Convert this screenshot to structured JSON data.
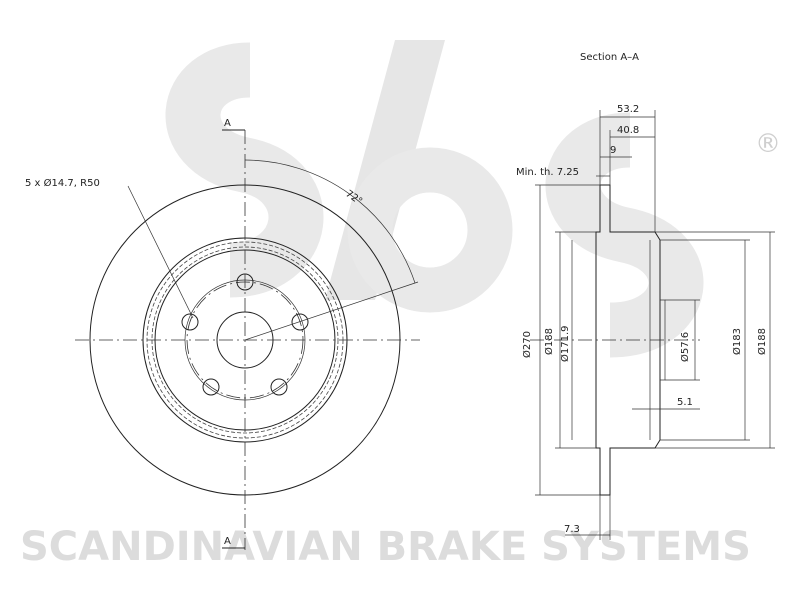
{
  "watermark": {
    "logo_text": "sbs",
    "registered_mark": "®",
    "company": "SCANDINAVIAN BRAKE SYSTEMS"
  },
  "section": {
    "title": "Section A–A",
    "label_top": "A",
    "label_bottom": "A"
  },
  "front_view": {
    "hole_note": "5 x Ø14.7, R50",
    "angle": "72°"
  },
  "dimensions": {
    "overall_height": "53.2",
    "hub_height": "40.8",
    "offset": "9",
    "min_thickness": "Min. th. 7.25",
    "outer_diameter": "Ø270",
    "friction_diameter": "Ø188",
    "inner_friction_diameter": "Ø171.9",
    "center_bore": "Ø57.6",
    "hub_diameter": "Ø183",
    "hub_outer": "Ø188",
    "hub_thickness": "5.1",
    "disc_thickness": "7.3"
  }
}
